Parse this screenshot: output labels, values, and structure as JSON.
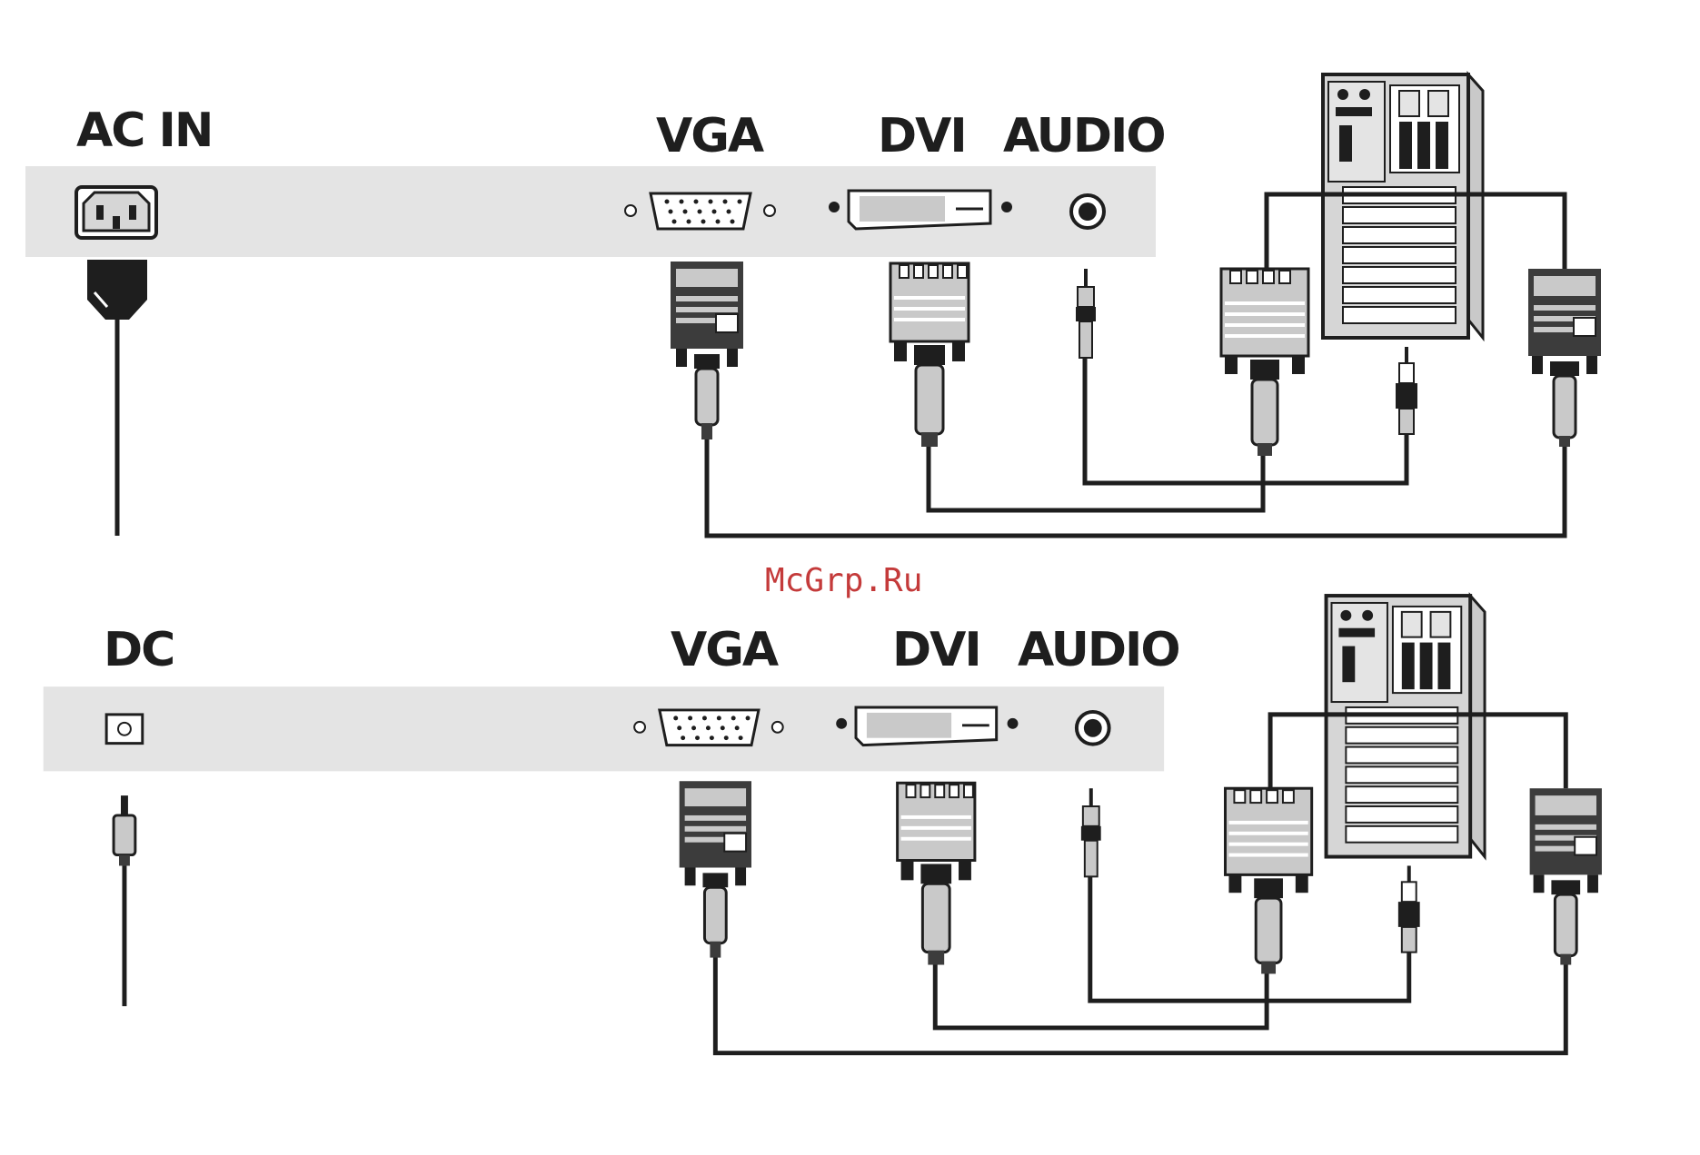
{
  "diagrams": [
    {
      "power_label": "AC IN",
      "port_labels": {
        "vga": "VGA",
        "dvi": "DVI",
        "audio": "AUDIO"
      }
    },
    {
      "power_label": "DC",
      "port_labels": {
        "vga": "VGA",
        "dvi": "DVI",
        "audio": "AUDIO"
      }
    }
  ],
  "watermark": "McGrp.Ru",
  "colors": {
    "panel": "#e4e4e4",
    "line": "#1e1e1e",
    "watermark": "#c43a3a",
    "plug_light": "#c9c9c9",
    "plug_dark": "#3c3c3c"
  }
}
